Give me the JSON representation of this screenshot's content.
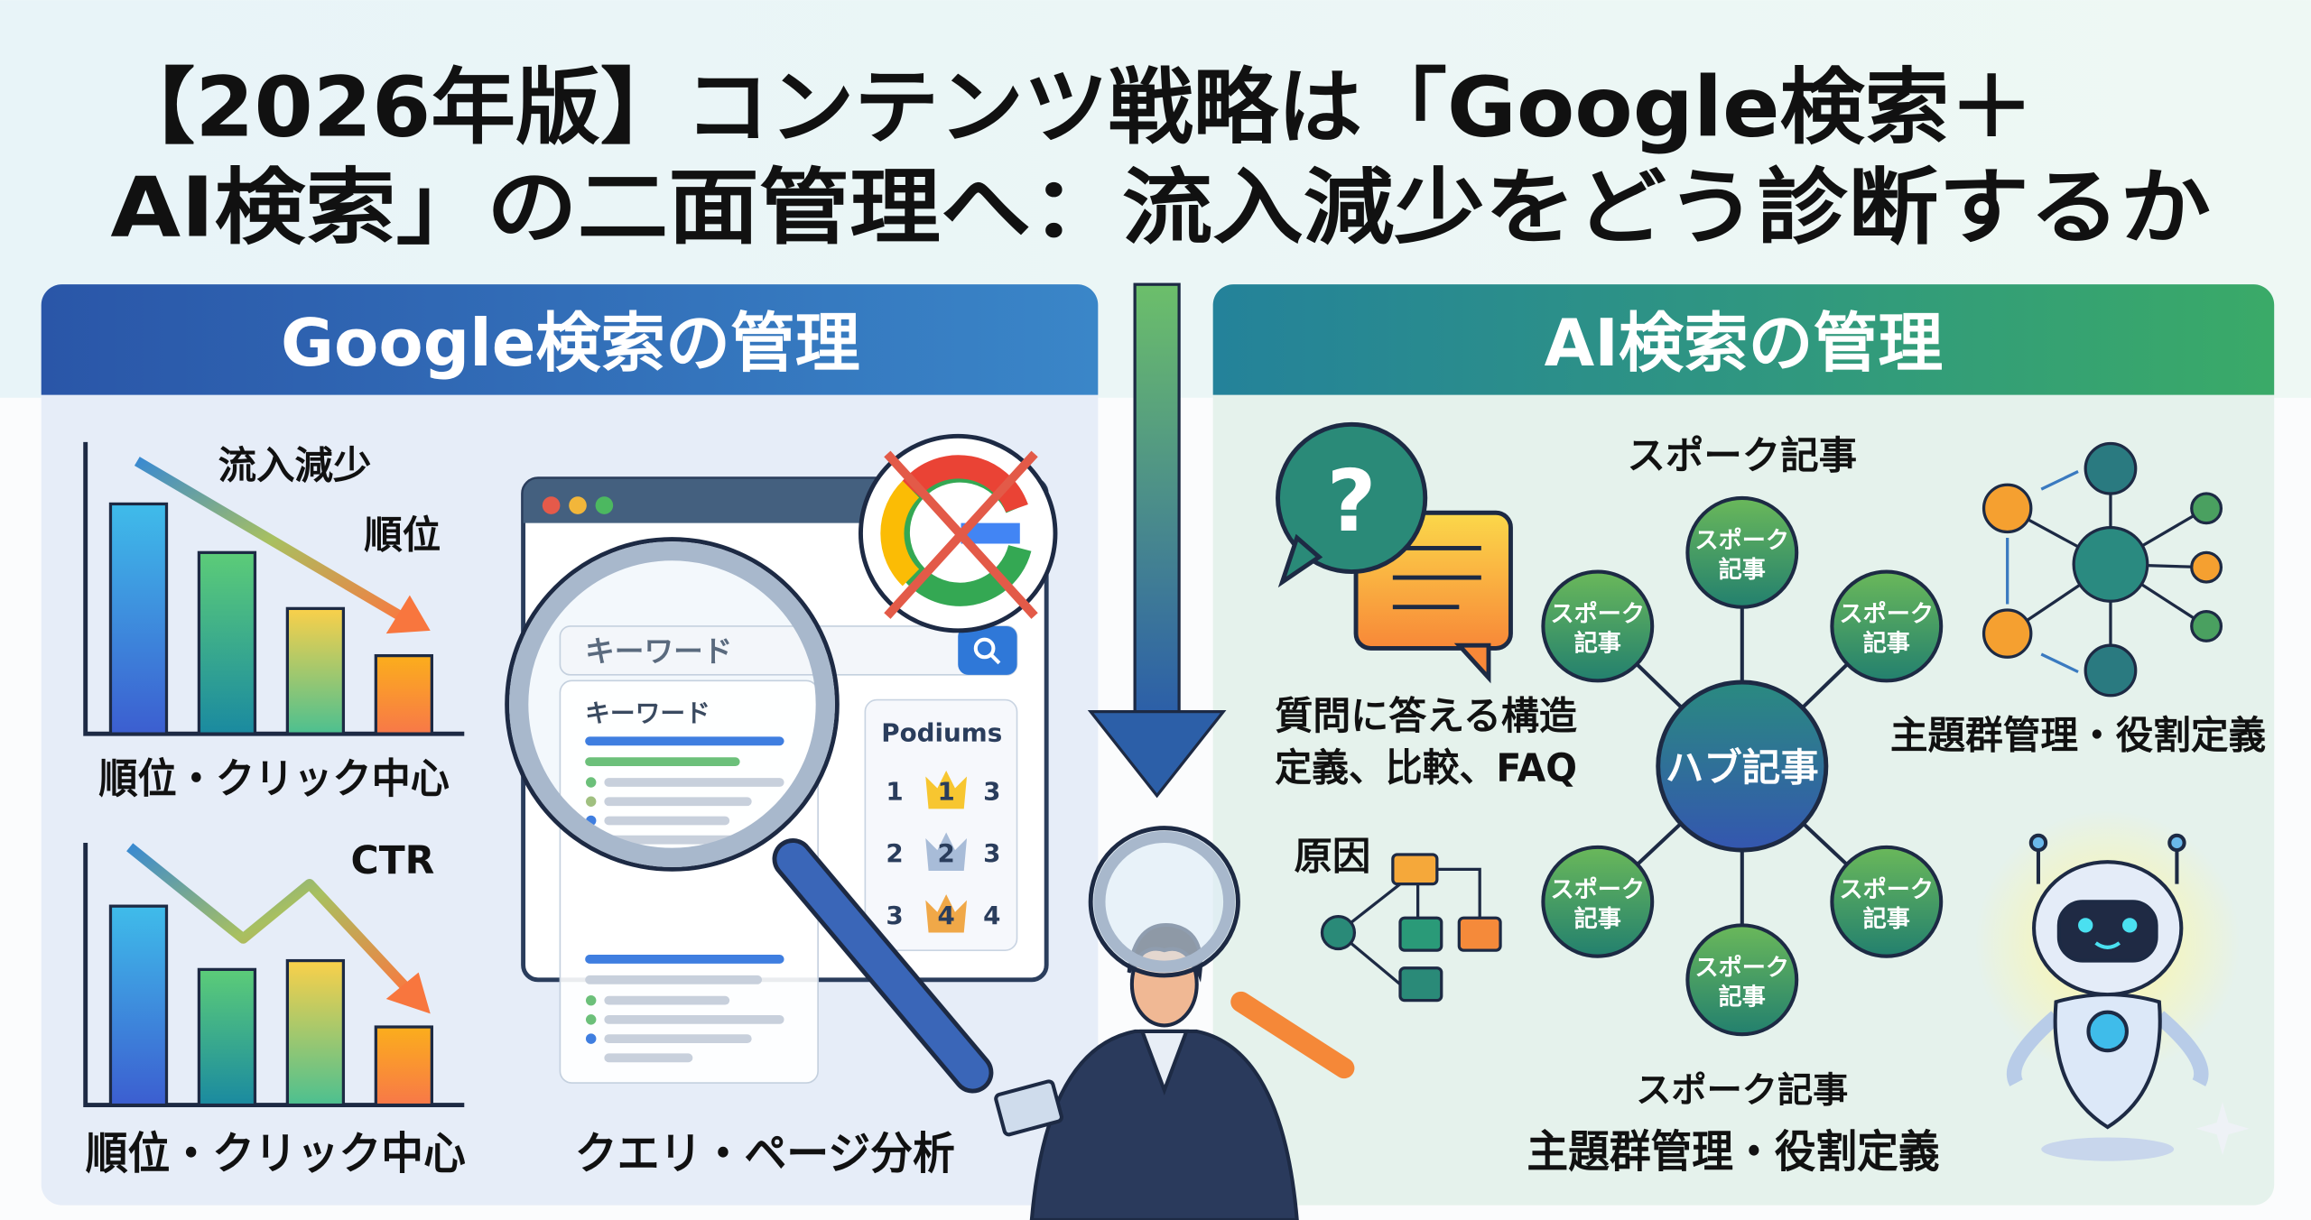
{
  "title": {
    "line1": "【2026年版】コンテンツ戦略は「Google検索＋",
    "line2": "AI検索」の二面管理へ：流入減少をどう診断するか"
  },
  "left_panel": {
    "header": "Google検索の管理",
    "chart1": {
      "label_top": "流入減少",
      "label_mid": "順位",
      "caption": "順位・クリック中心"
    },
    "chart2": {
      "label_top": "CTR",
      "caption": "順位・クリック中心"
    },
    "browser": {
      "search_text": "キーワード",
      "result_title": "キーワード",
      "podiums_title": "Podiums",
      "podium_rows": [
        [
          "1",
          "1",
          "3"
        ],
        [
          "2",
          "2",
          "3"
        ],
        [
          "3",
          "4",
          "4"
        ]
      ]
    },
    "caption": "クエリ・ページ分析"
  },
  "right_panel": {
    "header": "AI検索の管理",
    "qa": {
      "line1": "質問に答える構造",
      "line2": "定義、比較、FAQ"
    },
    "cause_label": "原因",
    "spoke_top_label": "スポーク記事",
    "hub": "ハブ記事",
    "spokes": [
      {
        "line1": "スポーク",
        "line2": "記事"
      },
      {
        "line1": "スポーク",
        "line2": "記事"
      },
      {
        "line1": "スポーク",
        "line2": "記事"
      },
      {
        "line1": "スポーク",
        "line2": "記事"
      },
      {
        "line1": "スポーク",
        "line2": "記事"
      },
      {
        "line1": "スポーク",
        "line2": "記事"
      }
    ],
    "spoke_bottom_label": "スポーク記事",
    "caption_bottom": "主題群管理・役割定義",
    "network_caption": "主題群管理・役割定義"
  },
  "colors": {
    "google_header": "#2f62b4",
    "ai_header": "#2a9a7a",
    "left_bg": "#e6edf8",
    "right_bg": "#e5f2ec"
  }
}
